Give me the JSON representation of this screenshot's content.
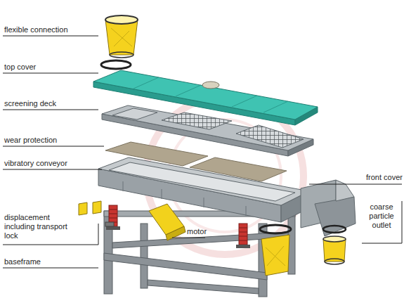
{
  "diagram": {
    "labels": [
      "flexible connection",
      "top cover",
      "screening deck",
      "wear protection",
      "vibratory conveyor",
      "displacement including transport lock",
      "motor",
      "baseframe",
      "front cover",
      "coarse particle outlet"
    ]
  }
}
